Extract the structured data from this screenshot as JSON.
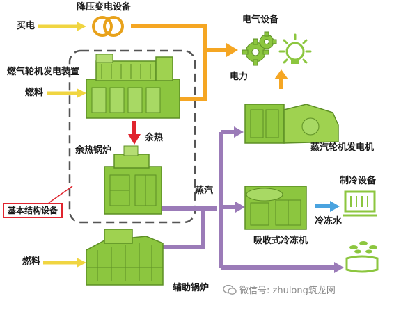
{
  "labels": {
    "buy_power": "买电",
    "transformer": "降压变电设备",
    "gas_turbine": "燃气轮机发电装置",
    "fuel1": "燃料",
    "electrical_equipment": "电气设备",
    "electric_power": "电力",
    "waste_heat": "余热",
    "waste_heat_boiler": "余热锅炉",
    "basic_structure": "基本结构设备",
    "steam_turbine": "蒸汽轮机发电机",
    "steam": "蒸汽",
    "refrigeration_equipment": "制冷设备",
    "absorption_chiller": "吸收式冷冻机",
    "chilled_water": "冷冻水",
    "fuel2": "燃料",
    "auxiliary_boiler": "辅助锅炉",
    "watermark": "微信号: zhulong筑龙网"
  },
  "colors": {
    "machine_green": "#8cc63f",
    "electric_orange": "#f5a623",
    "steam_purple": "#9b7bb8",
    "fuel_yellow": "#f0d541",
    "heat_red": "#e0242e",
    "water_blue": "#4aa3df"
  }
}
